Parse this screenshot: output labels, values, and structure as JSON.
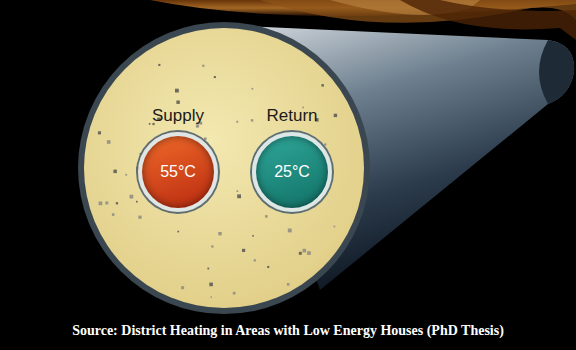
{
  "diagram": {
    "caption": "Source: District Heating in Areas with Low Energy Houses (PhD Thesis)",
    "nodes": [
      {
        "text": [
          "Supply",
          "55°C"
        ]
      },
      {
        "text": [
          "Return",
          "25°C"
        ]
      }
    ]
  }
}
